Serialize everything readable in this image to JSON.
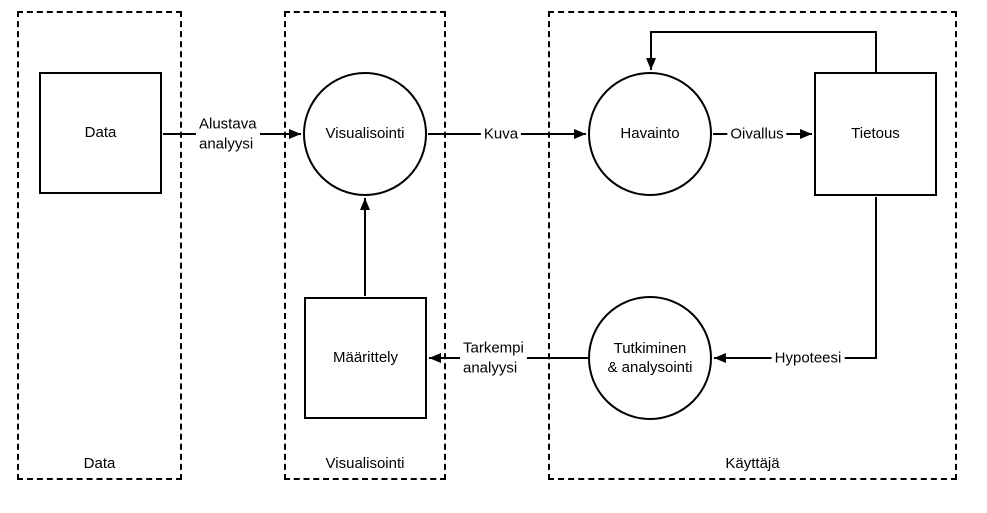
{
  "diagram": {
    "containers": [
      {
        "id": "data",
        "label": "Data"
      },
      {
        "id": "visualization",
        "label": "Visualisointi"
      },
      {
        "id": "user",
        "label": "Käyttäjä"
      }
    ],
    "nodes": [
      {
        "id": "data",
        "shape": "square",
        "label": "Data"
      },
      {
        "id": "visualization",
        "shape": "circle",
        "label": "Visualisointi"
      },
      {
        "id": "observation",
        "shape": "circle",
        "label": "Havainto"
      },
      {
        "id": "knowledge",
        "shape": "square",
        "label": "Tietous"
      },
      {
        "id": "specification",
        "shape": "square",
        "label": "Määrittely"
      },
      {
        "id": "exploration",
        "shape": "circle",
        "label": "Tutkiminen\n& analysointi"
      }
    ],
    "edges": [
      {
        "from": "data",
        "to": "visualization",
        "label": "Alustava\nanalyysi"
      },
      {
        "from": "visualization",
        "to": "observation",
        "label": "Kuva"
      },
      {
        "from": "observation",
        "to": "knowledge",
        "label": "Oivallus"
      },
      {
        "from": "knowledge",
        "to": "observation",
        "label": ""
      },
      {
        "from": "knowledge",
        "to": "exploration",
        "label": "Hypoteesi"
      },
      {
        "from": "exploration",
        "to": "specification",
        "label": "Tarkempi\nanalyysi"
      },
      {
        "from": "specification",
        "to": "visualization",
        "label": ""
      }
    ],
    "colors": {
      "line": "#000000",
      "background": "#ffffff"
    }
  }
}
